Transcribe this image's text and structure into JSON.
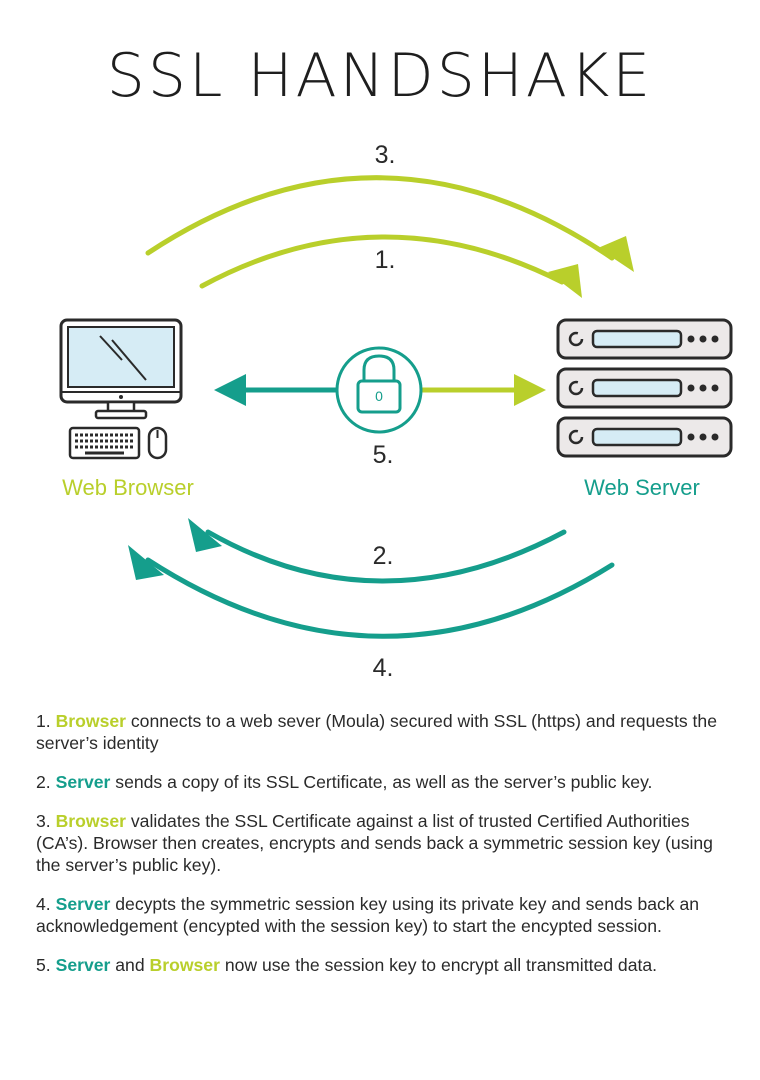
{
  "title": "SSL HANDSHAKE",
  "diagram": {
    "arrow_labels": {
      "step1": "1.",
      "step2": "2.",
      "step3": "3.",
      "step4": "4.",
      "step5": "5."
    },
    "lock_digit": "0",
    "nodes": {
      "browser": "Web Browser",
      "server": "Web Server"
    },
    "colors": {
      "lime": "#b9cf2b",
      "teal": "#159e8c",
      "outline": "#2a2a2a",
      "screen": "#d6ecf5",
      "server_panel": "#ece9e9"
    },
    "icons": [
      "monitor-icon",
      "keyboard-icon",
      "mouse-icon",
      "server-rack-icon",
      "padlock-icon"
    ]
  },
  "steps": [
    {
      "num": "1.",
      "actor": "Browser",
      "text": "connects to a web sever (Moula) secured with SSL (https) and requests the server’s identity"
    },
    {
      "num": "2.",
      "actor": "Server",
      "text": "sends a copy of its SSL Certificate, as well as the server’s public key."
    },
    {
      "num": "3.",
      "actor": "Browser",
      "text": "validates the SSL Certificate against a list of trusted Certified Authorities (CA’s). Browser then creates, encrypts and sends back a symmetric session key (using the server’s public key)."
    },
    {
      "num": "4.",
      "actor": "Server",
      "text": "decypts the symmetric session key using its private key and sends back an acknowledgement (encypted with the session key) to start the encypted session."
    },
    {
      "num": "5.",
      "actor": "Server",
      "joiner": "and",
      "actor2": "Browser",
      "text": "now use the session key to encrypt all transmitted data."
    }
  ]
}
